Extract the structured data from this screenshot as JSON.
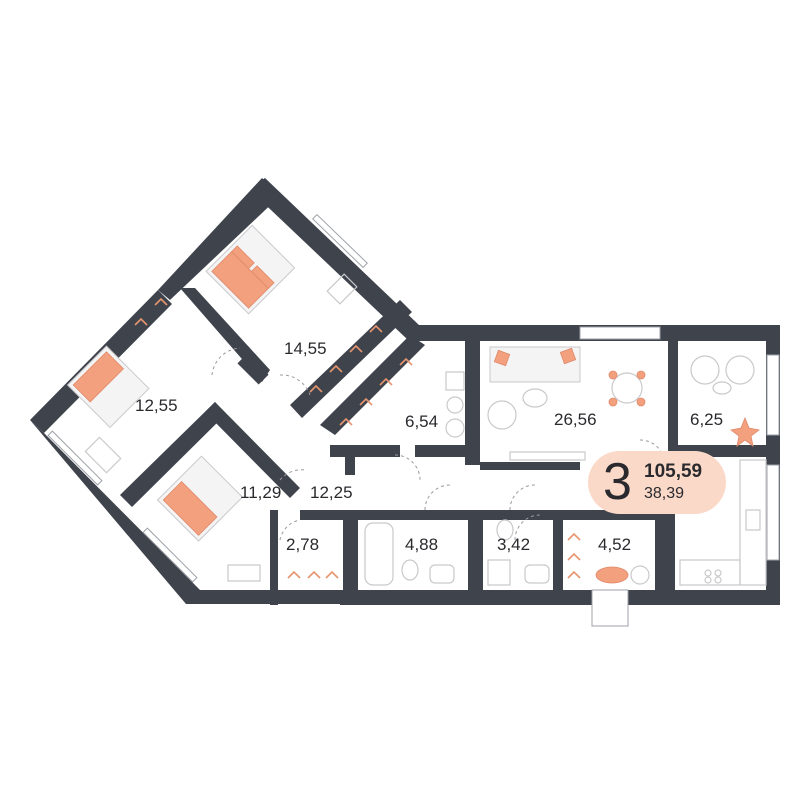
{
  "plan": {
    "rooms_count": "3",
    "total_area": "105,59",
    "living_area": "38,39",
    "accent_color": "#f2a07e",
    "badge_color": "#fbd9c8",
    "wall_color": "#3f434c",
    "rooms": {
      "bedroom_top": "14,55",
      "bedroom_left": "12,55",
      "bedroom_bottom": "11,29",
      "wardrobe_diag": "6,54",
      "living_room": "26,56",
      "balcony": "6,25",
      "corridor": "12,25",
      "closet_small": "2,78",
      "bathroom": "4,88",
      "toilet": "3,42",
      "hallway": "4,52"
    }
  }
}
